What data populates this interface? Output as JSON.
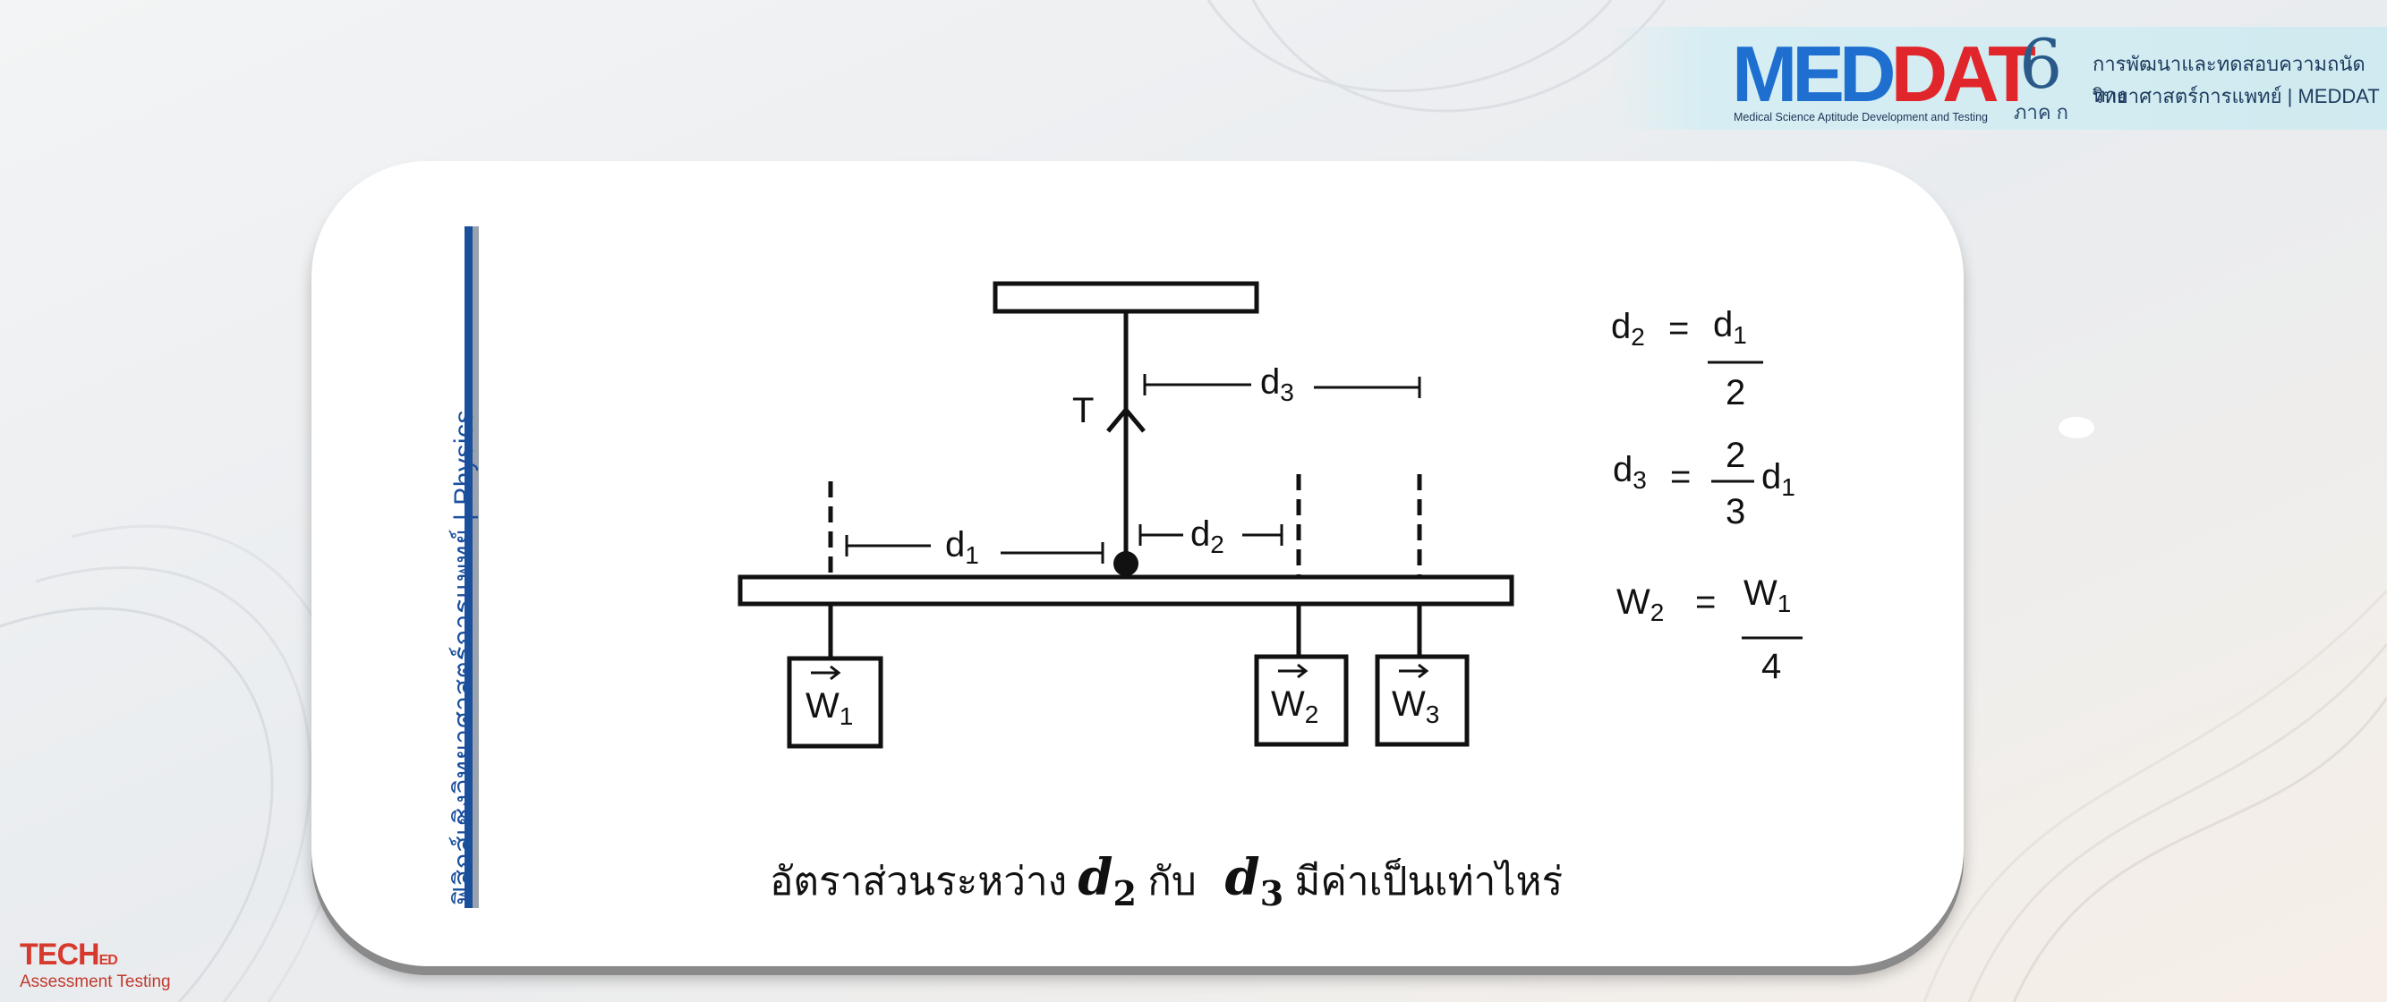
{
  "header": {
    "logo_text_blue": "MED",
    "logo_text_red": "DAT",
    "logo_subtitle": "Medical Science Aptitude Development and Testing",
    "edition_number": "6",
    "edition_label": "ภาค ก",
    "tagline_line1": "การพัฒนาและทดสอบความถนัดทาง",
    "tagline_line2": "วิทยาศาสตร์การแพทย์ | MEDDAT"
  },
  "card": {
    "side_label": "ฟิสิกส์เชิงวิทยาศาสตร์การแพทย์ | Physics",
    "question_prefix": "อัตราส่วนระหว่าง",
    "question_var1": "d",
    "question_var1_sub": "2",
    "question_middle": "กับ",
    "question_var2": "d",
    "question_var2_sub": "3",
    "question_suffix": "มีค่าเป็นเท่าไหร่"
  },
  "diagram": {
    "tension_label": "T",
    "d1_label": "d",
    "d1_sub": "1",
    "d2_label": "d",
    "d2_sub": "2",
    "d3_label": "d",
    "d3_sub": "3",
    "w1_label": "W",
    "w1_sub": "1",
    "w2_label": "W",
    "w2_sub": "2",
    "w3_label": "W",
    "w3_sub": "3"
  },
  "equations": {
    "eq1_lhs": "d",
    "eq1_lhs_sub": "2",
    "eq1_num": "d",
    "eq1_num_sub": "1",
    "eq1_den": "2",
    "eq2_lhs": "d",
    "eq2_lhs_sub": "3",
    "eq2_num": "2",
    "eq2_den": "3",
    "eq2_factor": "d",
    "eq2_factor_sub": "1",
    "eq3_lhs": "W",
    "eq3_lhs_sub": "2",
    "eq3_num": "W",
    "eq3_num_sub": "1",
    "eq3_den": "4",
    "equals": "="
  },
  "footer": {
    "brand_main": "TECH",
    "brand_sub": "ED",
    "brand_tagline": "Assessment Testing"
  },
  "colors": {
    "accent_blue": "#1a4f9c",
    "logo_blue": "#1e6fd0",
    "logo_red": "#e0262b",
    "footer_red": "#d63a2f"
  }
}
